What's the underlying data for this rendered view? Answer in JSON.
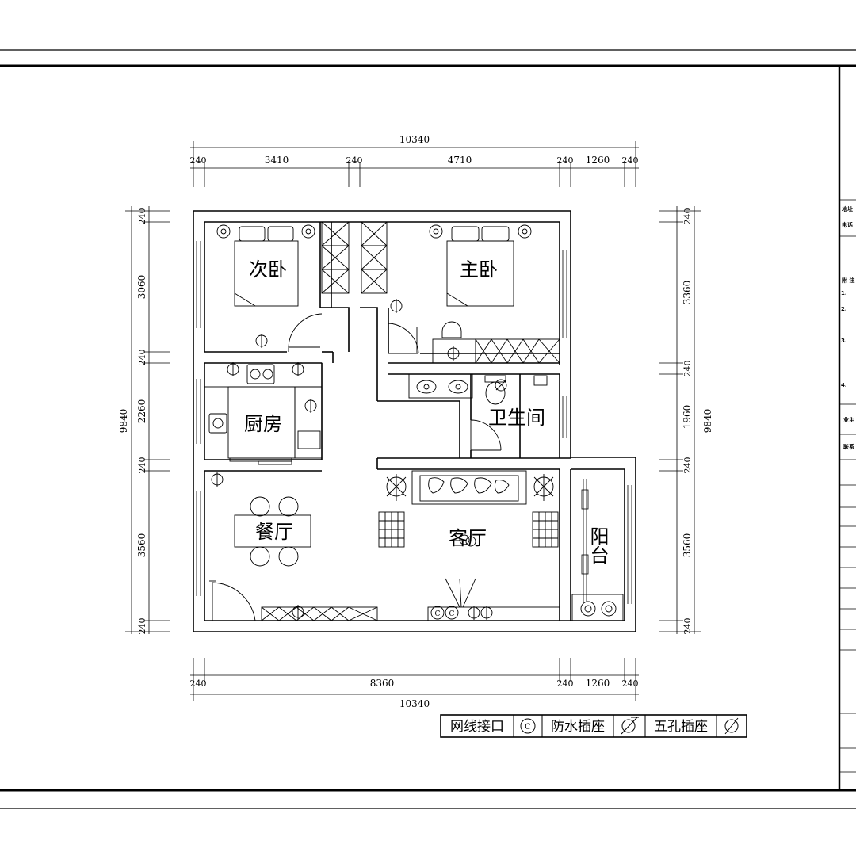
{
  "rooms": {
    "second_bedroom": "次卧",
    "master_bedroom": "主卧",
    "kitchen": "厨房",
    "bathroom": "卫生间",
    "dining": "餐厅",
    "living": "客厅",
    "balcony": "阳台"
  },
  "dimensions": {
    "top_total": "10340",
    "top_segments": [
      "240",
      "3410",
      "240",
      "4710",
      "240",
      "1260",
      "240"
    ],
    "bottom_total": "10340",
    "bottom_segments": [
      "240",
      "8360",
      "240",
      "1260",
      "240"
    ],
    "left_total": "9840",
    "left_segments": [
      "240",
      "3060",
      "240",
      "2260",
      "240",
      "3560",
      "240"
    ],
    "right_total": "9840",
    "right_segments": [
      "240",
      "3360",
      "240",
      "1960",
      "240",
      "3560",
      "240"
    ]
  },
  "legend": {
    "network_port": "网线接口",
    "waterproof_socket": "防水插座",
    "five_hole_socket": "五孔插座",
    "network_symbol": "C"
  },
  "side_panel": {
    "address": "地址",
    "phone": "电话",
    "notes": "附 注",
    "note_numbers": [
      "1.",
      "2.",
      "3.",
      "4."
    ],
    "owner": "业主",
    "contact": "联系"
  }
}
